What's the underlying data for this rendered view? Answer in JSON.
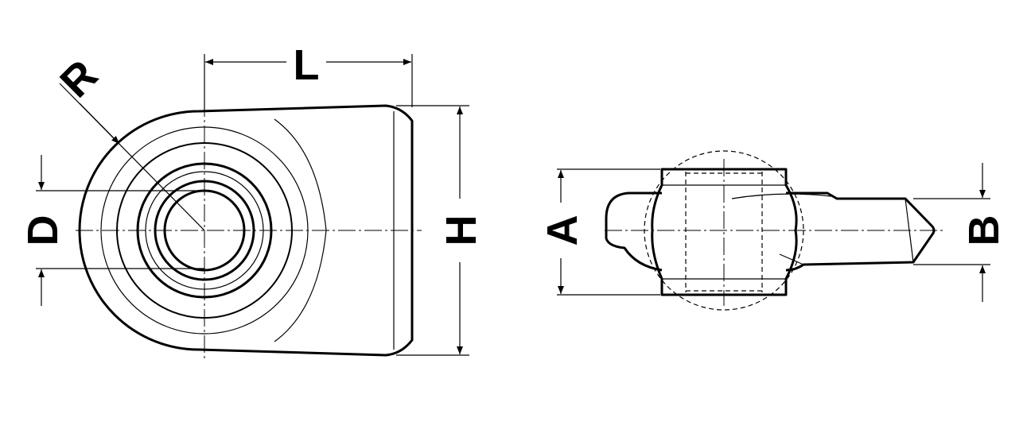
{
  "drawing": {
    "labels": {
      "L": "L",
      "R": "R",
      "D": "D",
      "H": "H",
      "A": "A",
      "B": "B"
    },
    "line_color": "#000000",
    "background": "#ffffff"
  }
}
